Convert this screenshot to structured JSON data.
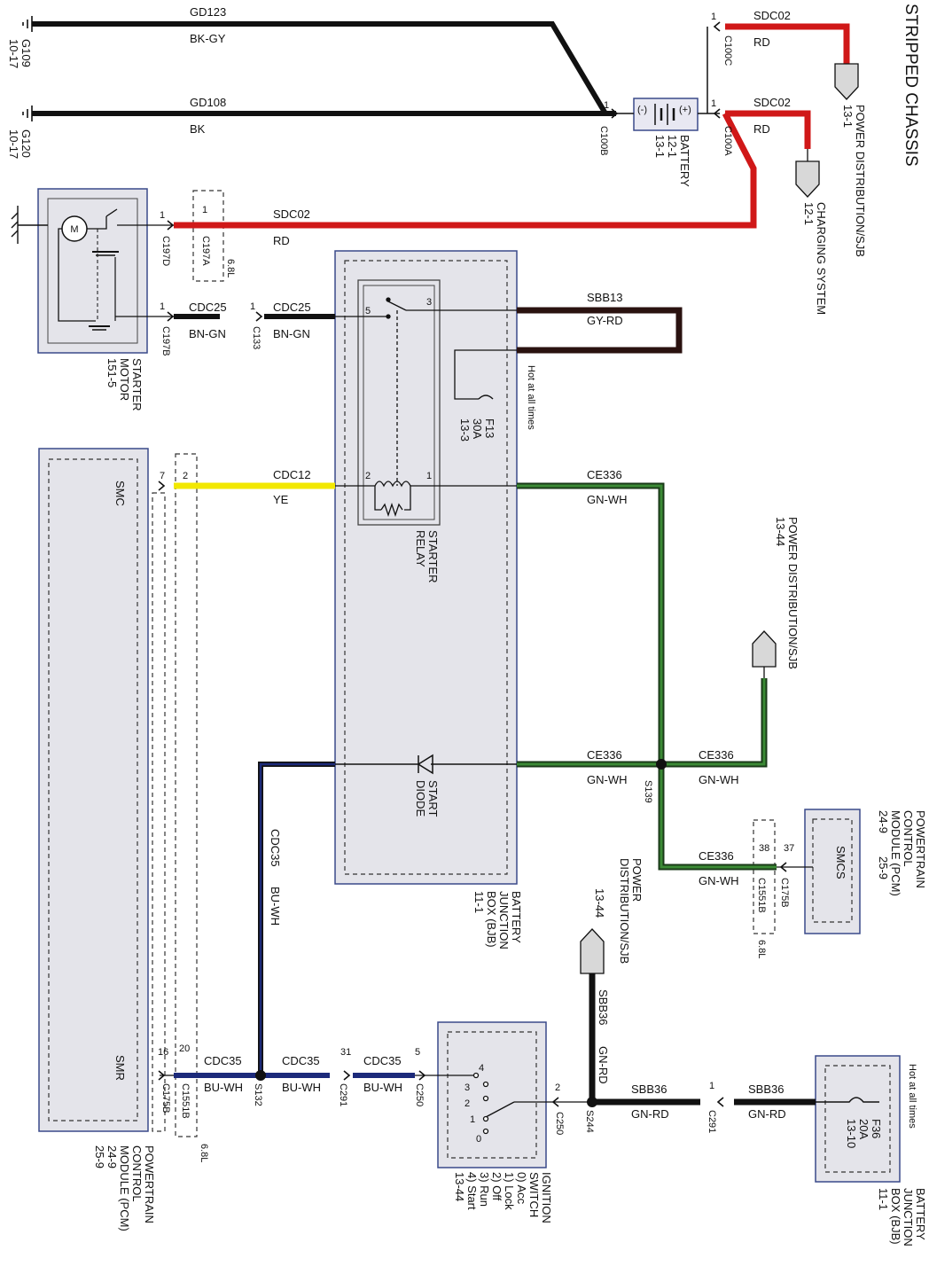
{
  "title": "STRIPPED CHASSIS",
  "grounds": [
    {
      "id": "G109",
      "ref": "10-17"
    },
    {
      "id": "G120",
      "ref": "10-17"
    }
  ],
  "colors": {
    "black": "#111111",
    "red": "#d01818",
    "yellow": "#f2e800",
    "green": "#2e6b2a",
    "blue": "#1c2a7a",
    "dark_brown": "#2a1210",
    "box_fill": "#e4e4ea",
    "box_border": "#3a4a8a"
  },
  "wires": {
    "gd123": {
      "circuit": "GD123",
      "color": "BK-GY"
    },
    "gd108": {
      "circuit": "GD108",
      "color": "BK"
    },
    "sdc02_top": {
      "circuit": "SDC02",
      "color": "RD"
    },
    "sdc02_mid": {
      "circuit": "SDC02",
      "color": "RD"
    },
    "sdc02_starter": {
      "circuit": "SDC02",
      "color": "RD"
    },
    "cdc25_a": {
      "circuit": "CDC25",
      "color": "BN-GN"
    },
    "cdc25_b": {
      "circuit": "CDC25",
      "color": "BN-GN"
    },
    "sbb13": {
      "circuit": "SBB13",
      "color": "GY-RD"
    },
    "cdc12": {
      "circuit": "CDC12",
      "color": "YE"
    },
    "ce336_a": {
      "circuit": "CE336",
      "color": "GN-WH"
    },
    "ce336_b": {
      "circuit": "CE336",
      "color": "GN-WH"
    },
    "ce336_c": {
      "circuit": "CE336",
      "color": "GN-WH"
    },
    "ce336_d": {
      "circuit": "CE336",
      "color": "GN-WH"
    },
    "cdc35_v": {
      "circuit": "CDC35",
      "color": "BU-WH"
    },
    "cdc35_a": {
      "circuit": "CDC35",
      "color": "BU-WH"
    },
    "cdc35_b": {
      "circuit": "CDC35",
      "color": "BU-WH"
    },
    "cdc35_c": {
      "circuit": "CDC35",
      "color": "BU-WH"
    },
    "sbb36_v": {
      "circuit": "SBB36",
      "color": "GN-RD"
    },
    "sbb36_a": {
      "circuit": "SBB36",
      "color": "GN-RD"
    },
    "sbb36_b": {
      "circuit": "SBB36",
      "color": "GN-RD"
    }
  },
  "connectors": {
    "c100b": "C100B",
    "c100c": "C100C",
    "c100a": "C100A",
    "c197d": "C197D",
    "c197a": "C197A",
    "c197b": "C197B",
    "c133": "C133",
    "c175b_top": "C175B",
    "c175b_bot": "C175B",
    "c1551b_top": "C1551B",
    "c1551b_bot": "C1551B",
    "c291_a": "C291",
    "c291_b": "C291",
    "c250_a": "C250",
    "c250_b": "C250"
  },
  "splices": {
    "s139": "S139",
    "s132": "S132",
    "s244": "S244"
  },
  "pins": {
    "p1": "1",
    "p2": "2",
    "p3": "3",
    "p5": "5",
    "p7": "7",
    "p16": "16",
    "p20": "20",
    "p31": "31",
    "p37": "37",
    "p38": "38",
    "p4": "4",
    "p0": "0"
  },
  "engine_note": "6.8L",
  "components": {
    "battery": {
      "name": "BATTERY",
      "ref1": "12-1",
      "ref2": "13-1",
      "neg": "(-)",
      "pos": "(+)"
    },
    "starter_motor": {
      "name1": "STARTER",
      "name2": "MOTOR",
      "ref": "151-5",
      "motor_symbol": "M"
    },
    "bjb": {
      "name1": "BATTERY",
      "name2": "JUNCTION",
      "name3": "BOX (BJB)",
      "ref": "11-1"
    },
    "bjb_fuse": {
      "name1": "BATTERY",
      "name2": "JUNCTION",
      "name3": "BOX (BJB)",
      "ref": "11-1"
    },
    "starter_relay": {
      "name1": "STARTER",
      "name2": "RELAY"
    },
    "start_diode": {
      "name1": "START",
      "name2": "DIODE"
    },
    "fuse_f13": {
      "id": "F13",
      "rating": "30A",
      "ref": "13-3"
    },
    "fuse_f36": {
      "id": "F36",
      "rating": "20A",
      "ref": "13-10"
    },
    "hot_label": "Hot at all times",
    "pcm_left": {
      "name1": "POWERTRAIN",
      "name2": "CONTROL",
      "name3": "MODULE (PCM)",
      "ref1": "24-9",
      "ref2": "25-9",
      "pin_smc": "SMC",
      "pin_smr": "SMR"
    },
    "pcm_right": {
      "name1": "POWERTRAIN",
      "name2": "CONTROL",
      "name3": "MODULE (PCM)",
      "ref1": "24-9",
      "ref2": "25-9",
      "pin": "SMCS"
    },
    "power_dist_sjb": {
      "name1": "POWER DISTRIBUTION/SJB",
      "ref": "13-1"
    },
    "charging_system": {
      "name": "CHARGING SYSTEM",
      "ref": "12-1"
    },
    "power_dist_sjb_2": {
      "name": "POWER DISTRIBUTION/SJB",
      "ref": "13-44"
    },
    "power_dist_sjb_3": {
      "name1": "POWER",
      "name2": "DISTRIBUTION/SJB",
      "ref": "13-44"
    },
    "ignition_switch": {
      "name1": "IGNITION",
      "name2": "SWITCH",
      "positions": [
        "0) Acc",
        "1) Lock",
        "2) Off",
        "3) Run",
        "4) Start"
      ],
      "ref": "13-44"
    }
  }
}
